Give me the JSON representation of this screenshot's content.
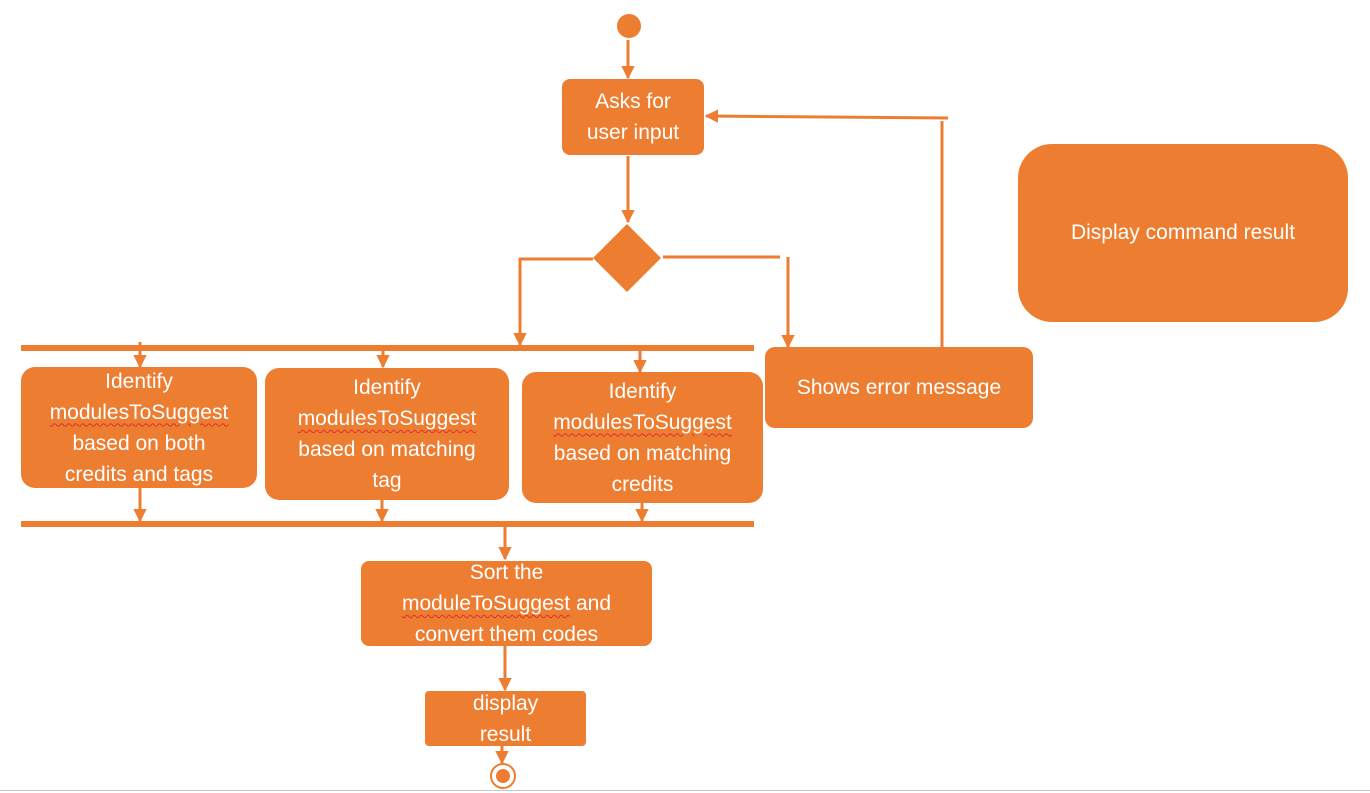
{
  "nodes": {
    "ask_input": {
      "lines": [
        "Asks for",
        "user input"
      ]
    },
    "display_command_result": {
      "lines": [
        "Display command result"
      ]
    },
    "error_message": {
      "lines": [
        "Shows error message"
      ]
    },
    "identify_both": {
      "lines": [
        "Identify",
        "modulesToSuggest",
        "based on both",
        "credits and tags"
      ]
    },
    "identify_tag": {
      "lines": [
        "Identify",
        "modulesToSuggest",
        "based on matching",
        "tag"
      ]
    },
    "identify_credits": {
      "lines": [
        "Identify",
        "modulesToSuggest",
        "based on matching",
        "credits"
      ]
    },
    "sort_convert": {
      "lines": [
        "Sort the",
        "moduleToSuggest and",
        "convert them codes"
      ]
    },
    "display_result": {
      "lines": [
        "display",
        "result"
      ]
    }
  },
  "colors": {
    "node_fill": "#ED7D31",
    "node_text": "#FFFFFF",
    "spellcheck_squiggle": "#E03030"
  }
}
